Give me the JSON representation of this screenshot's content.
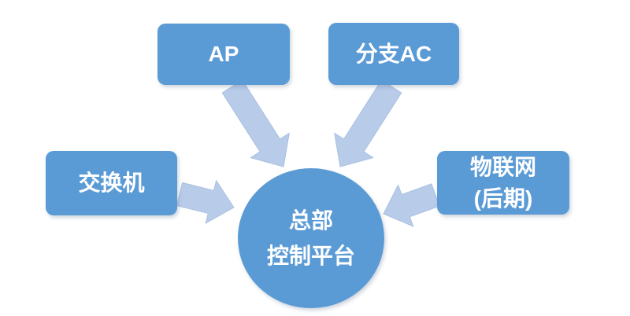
{
  "diagram": {
    "center_node": {
      "id": "hq-control-platform",
      "lines": [
        "总部",
        "控制平台"
      ]
    },
    "nodes": [
      {
        "id": "ap",
        "lines": [
          "AP"
        ]
      },
      {
        "id": "branch-ac",
        "lines": [
          "分支AC"
        ]
      },
      {
        "id": "switch",
        "lines": [
          "交换机"
        ]
      },
      {
        "id": "iot",
        "lines": [
          "物联网",
          "(后期)"
        ]
      }
    ],
    "edges": [
      {
        "from": "ap",
        "to": "hq-control-platform"
      },
      {
        "from": "branch-ac",
        "to": "hq-control-platform"
      },
      {
        "from": "switch",
        "to": "hq-control-platform"
      },
      {
        "from": "iot",
        "to": "hq-control-platform"
      }
    ],
    "colors": {
      "node_fill": "#5b9bd5",
      "arrow_fill": "#b8cce9",
      "text": "#ffffff",
      "background": "#ffffff"
    }
  }
}
